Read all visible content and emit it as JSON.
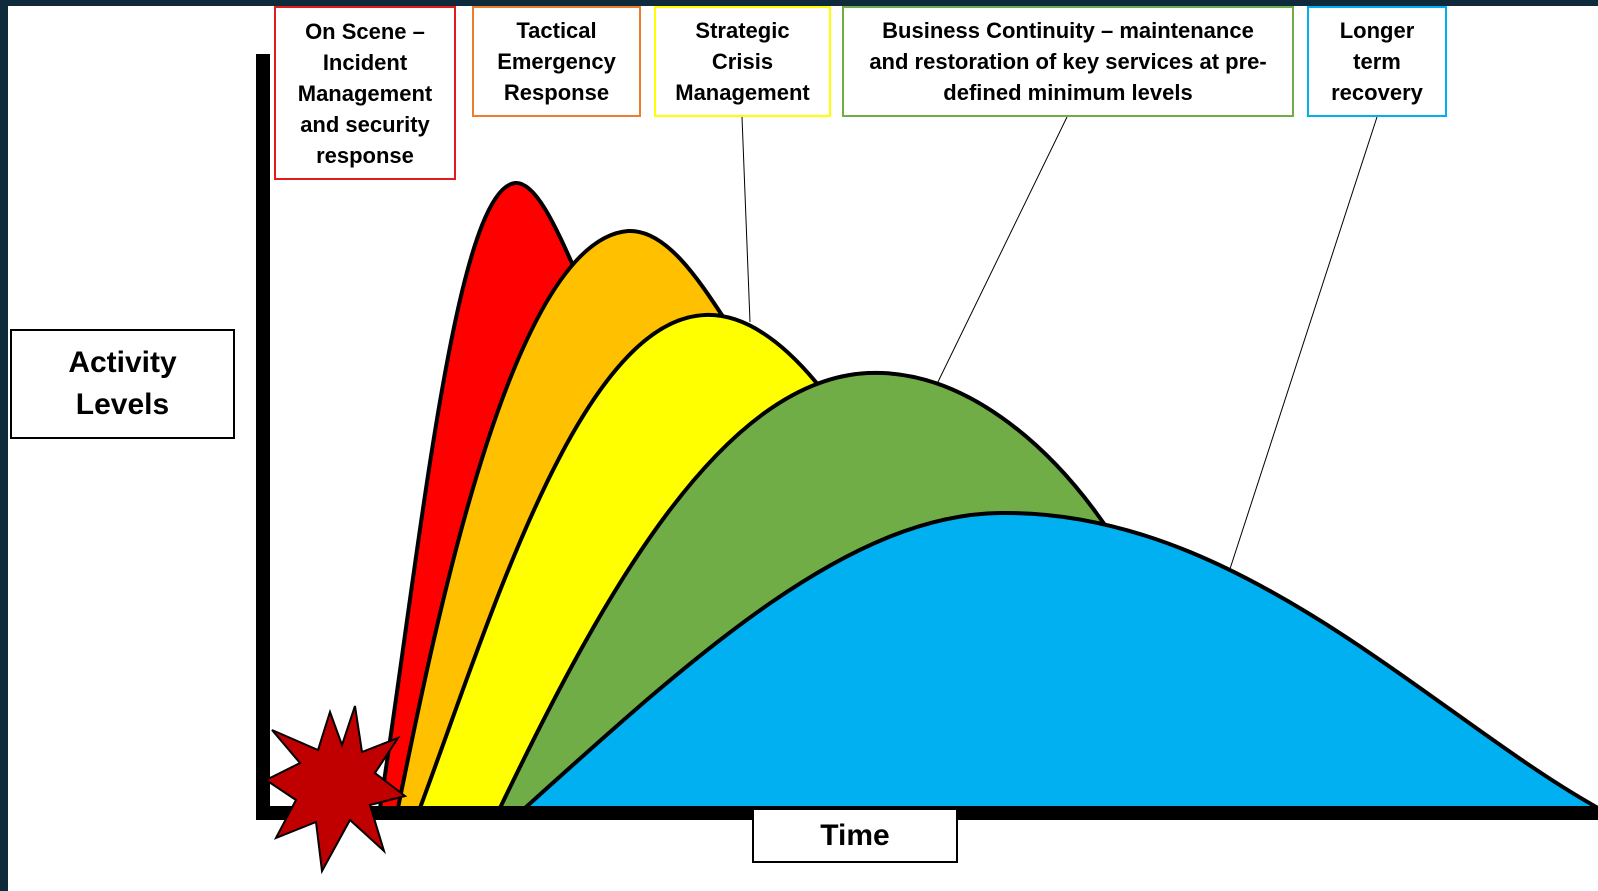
{
  "phases": [
    {
      "id": "on-scene",
      "label": "On Scene –\nIncident\nManagement\nand security\nresponse",
      "color": "#ff0000",
      "border": "#e31b1b"
    },
    {
      "id": "tactical",
      "label": "Tactical\nEmergency\nResponse",
      "color": "#ffc000",
      "border": "#ed7d31"
    },
    {
      "id": "strategic",
      "label": "Strategic\nCrisis\nManagement",
      "color": "#ffff00",
      "border": "#ffff00"
    },
    {
      "id": "continuity",
      "label": "Business Continuity – maintenance\nand restoration of key services at pre-\ndefined minimum levels",
      "color": "#70ad47",
      "border": "#70ad47"
    },
    {
      "id": "recovery",
      "label": "Longer\nterm\nrecovery",
      "color": "#00b0f0",
      "border": "#00b0f0"
    }
  ],
  "axes": {
    "y_label": "Activity\nLevels",
    "x_label": "Time"
  },
  "colors": {
    "background": "#0f2a3a",
    "canvas": "#ffffff",
    "axis": "#000000",
    "incident_burst": "#c00000"
  }
}
